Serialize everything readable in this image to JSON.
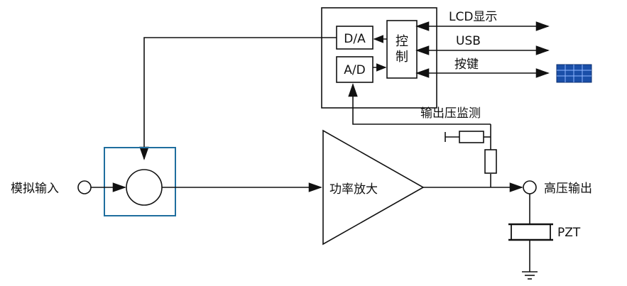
{
  "colors": {
    "line": "#111111",
    "summing_frame": "#1f6e9e",
    "solar_panel": "#1a4fa8"
  },
  "labels": {
    "lcd": "LCD显示",
    "usb": "USB",
    "keys": "按键",
    "da": "D/A",
    "ad": "A/D",
    "control_line1": "控",
    "control_line2": "制",
    "monitor": "输出压监测",
    "analog_input": "模拟输入",
    "amplifier": "功率放大",
    "hv_output": "高压输出",
    "pzt": "PZT"
  },
  "icons": {
    "keypad": "solar-panel-icon",
    "ground": "ground-icon"
  }
}
